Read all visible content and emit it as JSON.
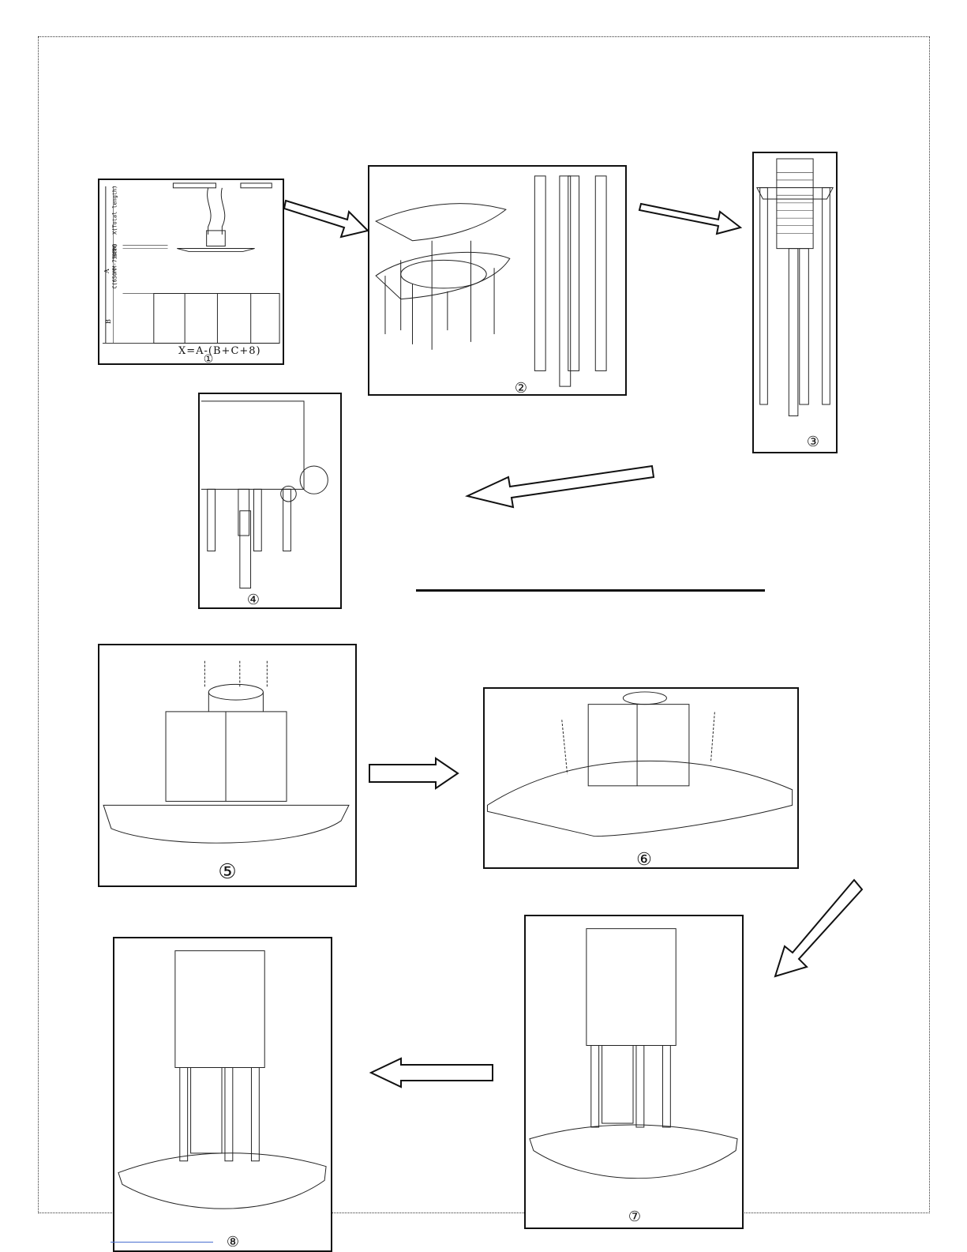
{
  "panels": {
    "p1": {
      "label": "①",
      "formula": "X=A-(B+C+8)",
      "x_label": "X(Total length)",
      "c_label": "C(650MM-750MM)",
      "b_label": "B",
      "a_label": "A",
      "bcm_label": "8CM"
    },
    "p2": {
      "label": "②"
    },
    "p3": {
      "label": "③"
    },
    "p4": {
      "label": "④"
    },
    "p5": {
      "label": "⑤"
    },
    "p6": {
      "label": "⑥"
    },
    "p7": {
      "label": "⑦"
    },
    "p8": {
      "label": "⑧"
    }
  }
}
